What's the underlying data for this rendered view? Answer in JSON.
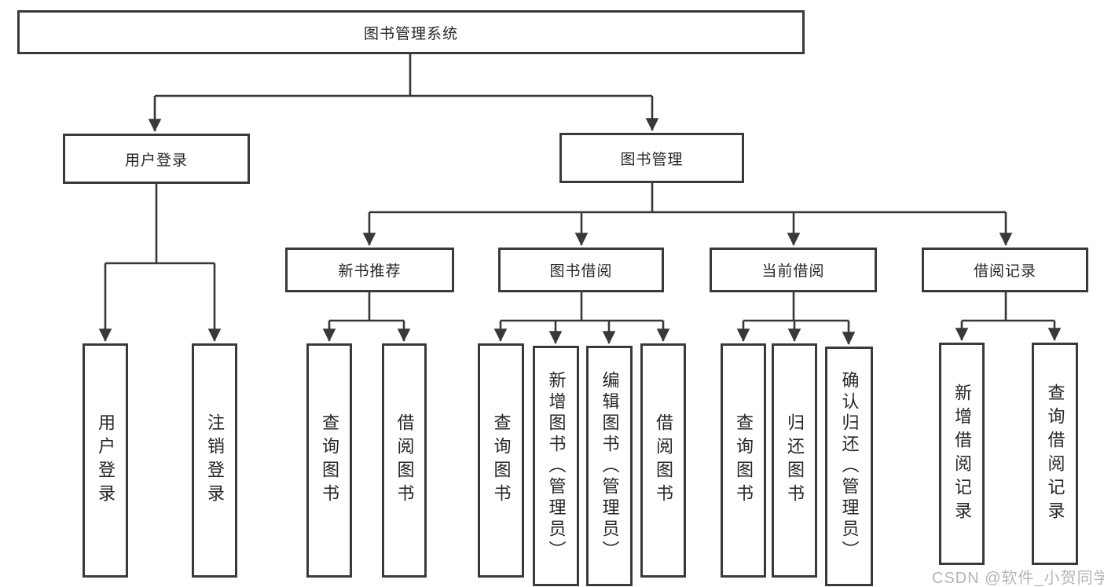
{
  "diagram": {
    "root": "图书管理系统",
    "branches": [
      {
        "label": "用户登录",
        "children": [
          "用户登录",
          "注销登录"
        ]
      },
      {
        "label": "图书管理",
        "children": [
          {
            "label": "新书推荐",
            "children": [
              "查询图书",
              "借阅图书"
            ]
          },
          {
            "label": "图书借阅",
            "children": [
              "查询图书",
              "新增图书（管理员）",
              "编辑图书（管理员）",
              "借阅图书"
            ]
          },
          {
            "label": "当前借阅",
            "children": [
              "查询图书",
              "归还图书",
              "确认归还（管理员）"
            ]
          },
          {
            "label": "借阅记录",
            "children": [
              "新增借阅记录",
              "查询借阅记录"
            ]
          }
        ]
      }
    ]
  },
  "watermark": {
    "text": "CSDN @软件_小贺同学"
  },
  "colors": {
    "line": "#383838",
    "box_border": "#3a3a3a",
    "box_fill": "#ffffff",
    "text": "#262626",
    "watermark": "#aeaeae",
    "background": "#ffffff"
  }
}
